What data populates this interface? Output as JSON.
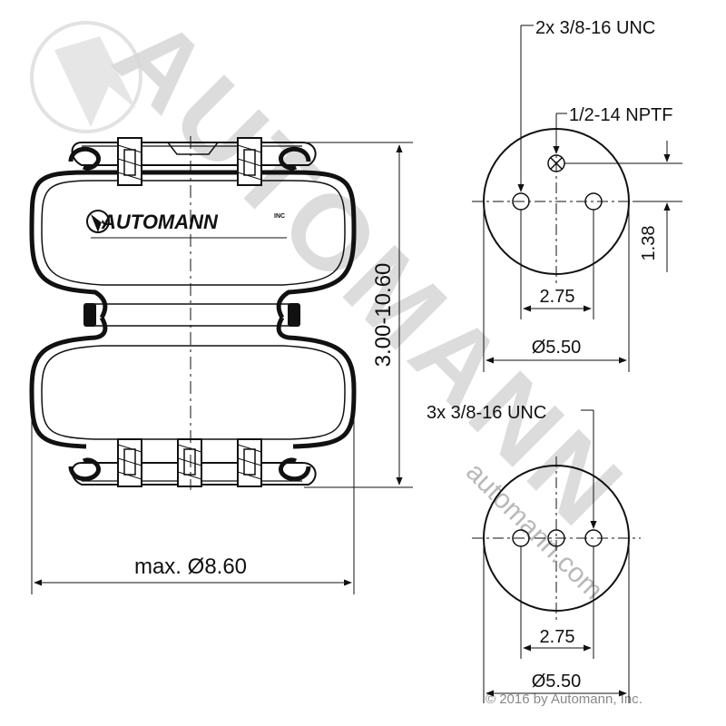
{
  "watermark": {
    "brand": "AUTOMANN",
    "website": "automann.com",
    "copyright": "© 2016 by Automann, Inc."
  },
  "brand_label": {
    "text": "AUTOMANN",
    "suffix": "INC"
  },
  "dimensions": {
    "overall_height": "3.00-10.60",
    "max_diameter": "max. Ø8.60"
  },
  "top_plate": {
    "stud_callout": "2x 3/8-16 UNC",
    "air_inlet_callout": "1/2-14 NPTF",
    "inlet_offset": "1.38",
    "stud_spacing": "2.75",
    "diameter": "Ø5.50"
  },
  "bottom_plate": {
    "stud_callout": "3x 3/8-16 UNC",
    "stud_spacing": "2.75",
    "diameter": "Ø5.50"
  },
  "colors": {
    "line": "#111111",
    "watermark": "#d7d7d7"
  }
}
